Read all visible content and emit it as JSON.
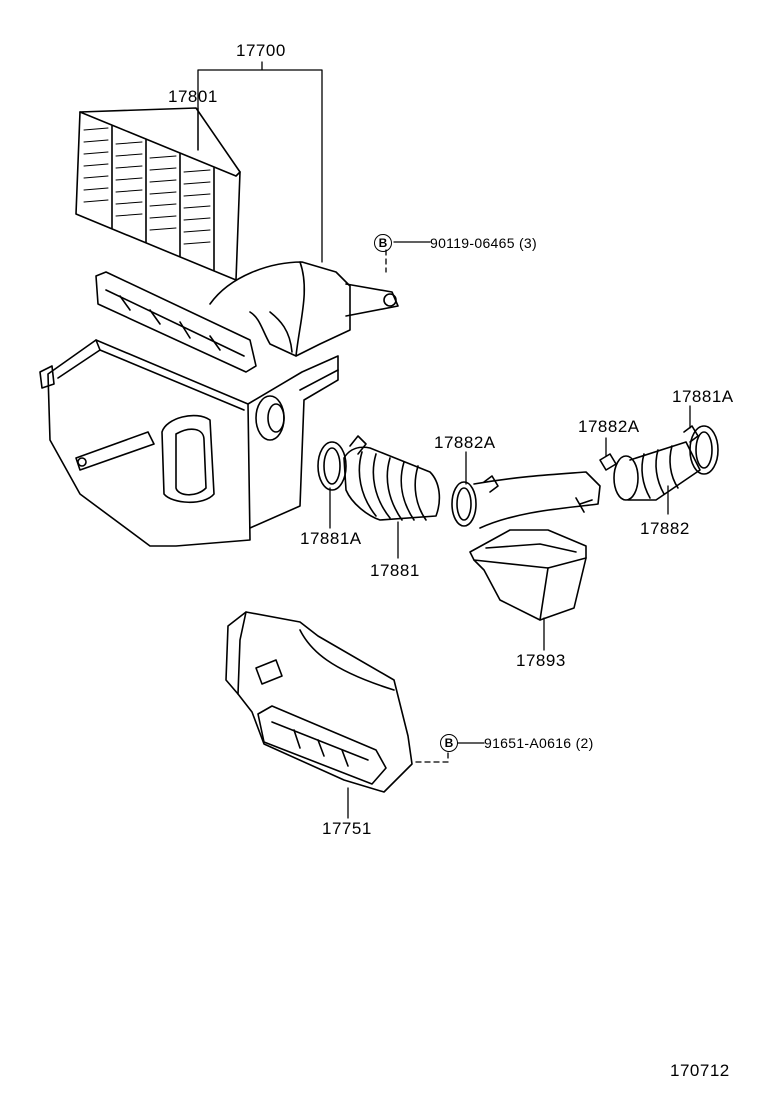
{
  "parts": {
    "air_cleaner_assy": "17700",
    "filter_element": "17801",
    "bolt_upper": "90119-06465 (3)",
    "bolt_lower": "91651-A0616 (2)",
    "clamp_left": "17881A",
    "hose": "17881",
    "clamp_mid": "17882A",
    "clamp_right_small": "17882A",
    "clamp_right": "17881A",
    "hose_right": "17882",
    "resonator": "17893",
    "intake_duct": "17751"
  },
  "bolt_marker": "B",
  "diagram_id": "170712"
}
